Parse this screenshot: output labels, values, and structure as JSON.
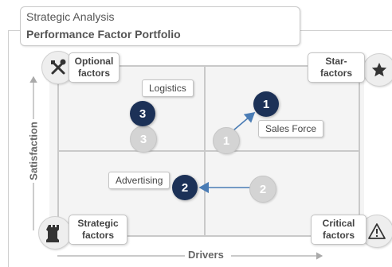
{
  "header": {
    "line1": "Strategic Analysis",
    "line2": "Performance Factor Portfolio"
  },
  "axes": {
    "x_label": "Drivers",
    "y_label": "Satisfaction"
  },
  "quadrants": {
    "top_left": {
      "label_line1": "Optional",
      "label_line2": "factors",
      "icon": "tools-icon"
    },
    "top_right": {
      "label_line1": "Star-",
      "label_line2": "factors",
      "icon": "star-icon"
    },
    "bottom_left": {
      "label_line1": "Strategic",
      "label_line2": "factors",
      "icon": "tower-icon"
    },
    "bottom_right": {
      "label_line1": "Critical",
      "label_line2": "factors",
      "icon": "warning-icon"
    }
  },
  "factors": [
    {
      "name": "Sales Force",
      "number": "1",
      "prev_number": "1"
    },
    {
      "name": "Advertising",
      "number": "2",
      "prev_number": "2"
    },
    {
      "name": "Logistics",
      "number": "3",
      "prev_number": "3"
    }
  ],
  "colors": {
    "current_marker": "#1c3157",
    "previous_marker": "#d4d4d4",
    "arrow": "#4a7cb5"
  }
}
